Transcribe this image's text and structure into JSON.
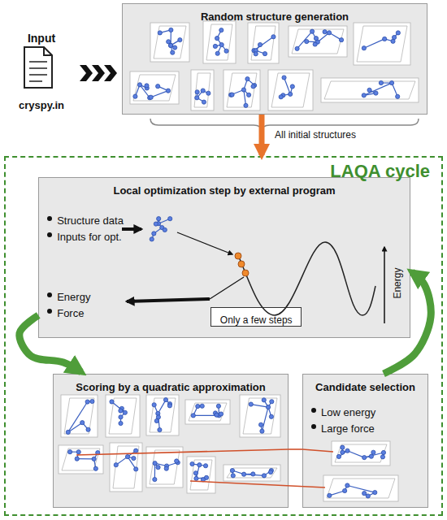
{
  "diagram": {
    "nodes": [
      {
        "text": [
          "Input",
          "cryspy.in"
        ]
      },
      {
        "text": [
          "Random structure generation"
        ]
      },
      {
        "text": [
          "LAQA cycle"
        ]
      },
      {
        "text": [
          "Local optimization step by external program",
          "Structure data",
          "Inputs for opt.",
          "Energy",
          "Force",
          "Energy"
        ],
        "in": 2
      },
      {
        "text": [
          "Only a few steps"
        ],
        "in": 3
      },
      {
        "text": [
          "Scoring by a quadratic approximation"
        ],
        "in": 2
      },
      {
        "text": [
          "Candidate selection",
          "Low energy",
          "Large force"
        ],
        "in": 2
      }
    ],
    "edges": [
      {
        "from": 0,
        "to": 1,
        "arrow": "to"
      },
      {
        "from": 1,
        "to": 2,
        "arrow": "to",
        "label": "All initial structures"
      },
      {
        "from": 3,
        "to": 5,
        "arrow": "to"
      },
      {
        "from": 5,
        "to": 6,
        "arrow": "none"
      },
      {
        "from": 6,
        "to": 3,
        "arrow": "to"
      }
    ]
  }
}
